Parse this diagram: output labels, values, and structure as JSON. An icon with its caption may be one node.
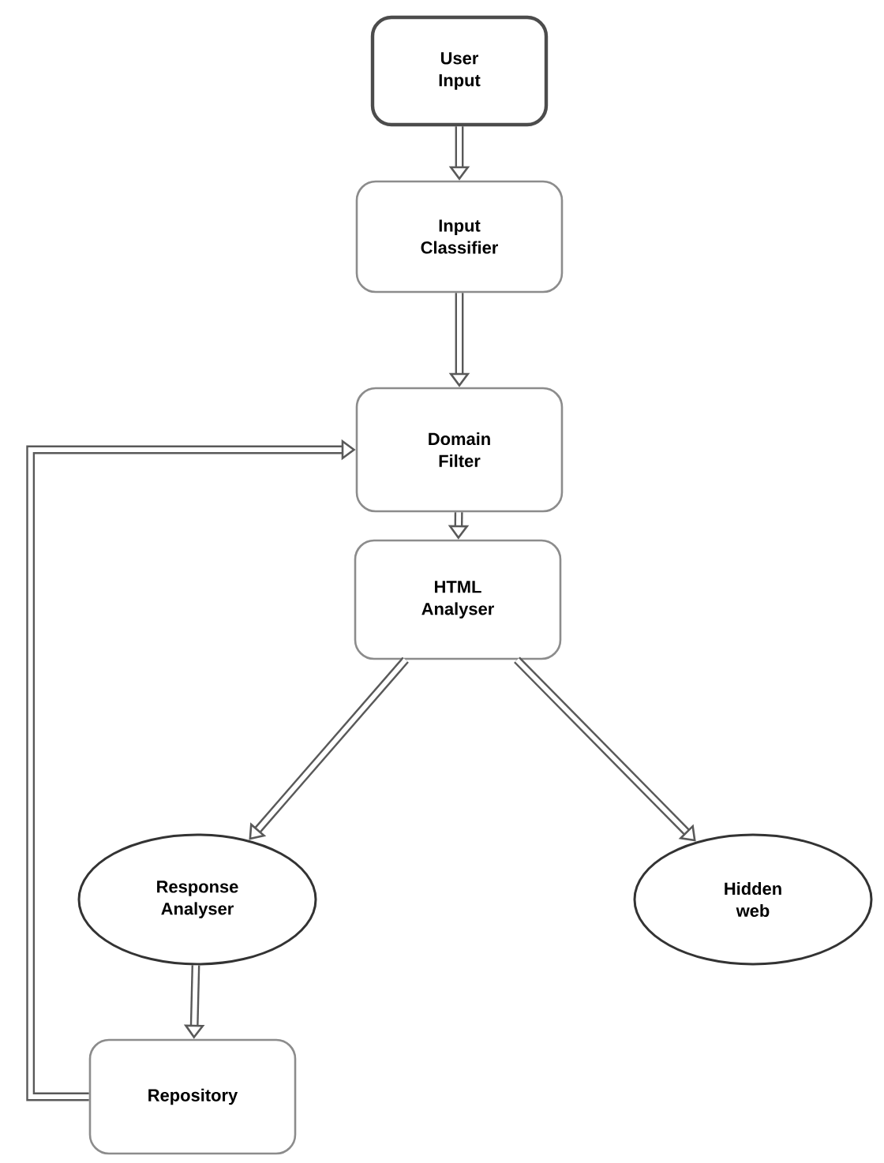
{
  "diagram": {
    "nodes": [
      {
        "text": [
          "User Input"
        ]
      },
      {
        "text": [
          "Input Classifier"
        ]
      },
      {
        "text": [
          "Domain Filter"
        ]
      },
      {
        "text": [
          "HTML Analyser"
        ]
      },
      {
        "text": [
          "Response Analyser"
        ]
      },
      {
        "text": [
          "Hidden web"
        ]
      },
      {
        "text": [
          "Repository"
        ]
      }
    ],
    "edges": [
      {
        "from": 0,
        "to": 1,
        "arrow": "to"
      },
      {
        "from": 1,
        "to": 2,
        "arrow": "to"
      },
      {
        "from": 2,
        "to": 3,
        "arrow": "to"
      },
      {
        "from": 3,
        "to": 4,
        "arrow": "to"
      },
      {
        "from": 3,
        "to": 5,
        "arrow": "to"
      },
      {
        "from": 4,
        "to": 6,
        "arrow": "to"
      },
      {
        "from": 6,
        "to": 2,
        "arrow": "to"
      }
    ]
  }
}
